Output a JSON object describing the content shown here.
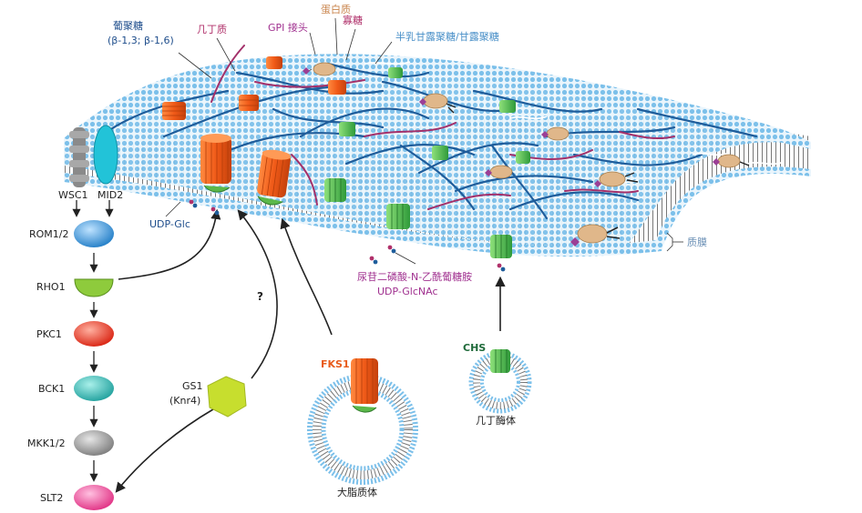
{
  "labels": {
    "glucan": "葡聚糖",
    "glucan_link": "(β-1,3; β-1,6)",
    "chitin": "几丁质",
    "gpi_anchor": "GPI 接头",
    "protein": "蛋白质",
    "oligosaccharide": "寡糖",
    "galactomannan": "半乳甘露聚糖/甘露聚糖",
    "plasma_membrane": "质膜",
    "udp_glc": "UDP-Glc",
    "udp_glcnac_cn": "尿苷二磷酸-N-乙酰葡糖胺",
    "udp_glcnac": "UDP-GlcNAc",
    "fks1": "FKS1",
    "liposome": "大脂质体",
    "chs": "CHS",
    "chitosome": "几丁酶体",
    "gs1": "GS1",
    "knr4": "(Knr4)",
    "question": "?"
  },
  "pathway": {
    "wsc1": "WSC1",
    "mid2": "MID2",
    "rom12": "ROM1/2",
    "rho1": "RHO1",
    "pkc1": "PKC1",
    "bck1": "BCK1",
    "mkk12": "MKK1/2",
    "slt2": "SLT2"
  },
  "colors": {
    "rom": "#2a8fd6",
    "rho": "#8ecb3c",
    "pkc": "#e8321e",
    "bck": "#2bb3b0",
    "mkk": "#8a8a8a",
    "slt": "#e83c8a",
    "gs1": "#c7de2e",
    "fks": "#e85a1a",
    "chs": "#5bb84a",
    "membrane": "#bfe0f3",
    "glucan": "#1f5d9b",
    "chitin": "#a3306a"
  }
}
